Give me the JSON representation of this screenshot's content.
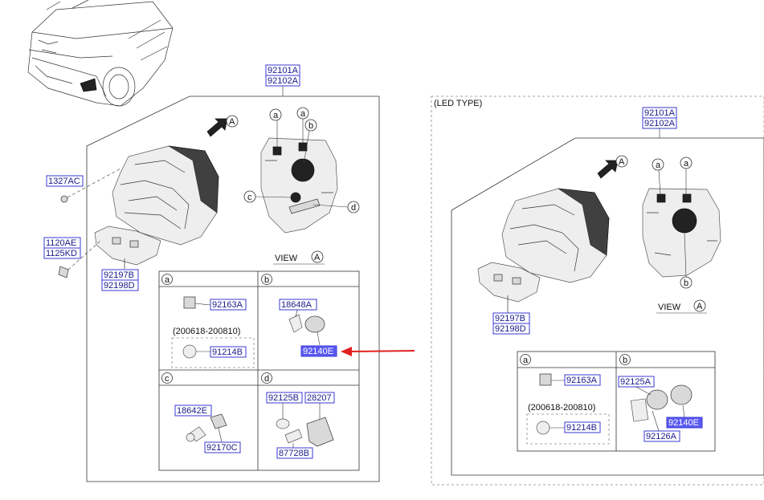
{
  "led_label": "(LED TYPE)",
  "view_label": "VIEW",
  "view_letter": "A",
  "callouts": {
    "a": "a",
    "b": "b",
    "c": "c",
    "d": "d",
    "A": "A"
  },
  "part_numbers": {
    "headlamp_lh": "92101A",
    "headlamp_rh": "92102A",
    "bolt_1327ac": "1327AC",
    "bolt_1120ae": "1120AE",
    "bolt_1125kd": "1125KD",
    "bracket_lh": "92197B",
    "bracket_rh": "92198D",
    "socket_92163a": "92163A",
    "bulb_92214b": "91214B",
    "bulb_18648a": "18648A",
    "cap_92140e": "92140E",
    "bulb_18642e": "18642E",
    "socket_92170c": "92170C",
    "gasket_92125b": "92125B",
    "module_28207": "28207",
    "cover_87728b": "87728B",
    "cap_92125a": "92125A",
    "gasket_92126a": "92126A"
  },
  "date_range": "(200618-200810)",
  "highlight_color": "#5a5af0",
  "arrow_color": "#e02020",
  "box_stroke_color": "#3a3ad6"
}
